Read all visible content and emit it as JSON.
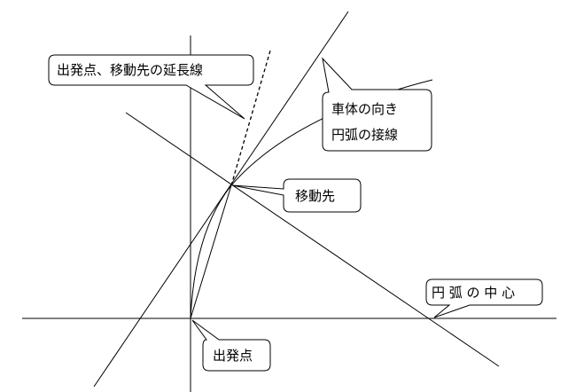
{
  "labels": {
    "extension_line": "出発点、移動先の延長線",
    "vehicle_heading_line1": "車体の向き",
    "vehicle_heading_line2": "円弧の接線",
    "destination": "移動先",
    "arc_center": "円 弧 の 中 心",
    "start_point": "出発点"
  },
  "colors": {
    "line": "#000000",
    "callout_fill": "#ffffff",
    "callout_stroke": "#000000"
  }
}
